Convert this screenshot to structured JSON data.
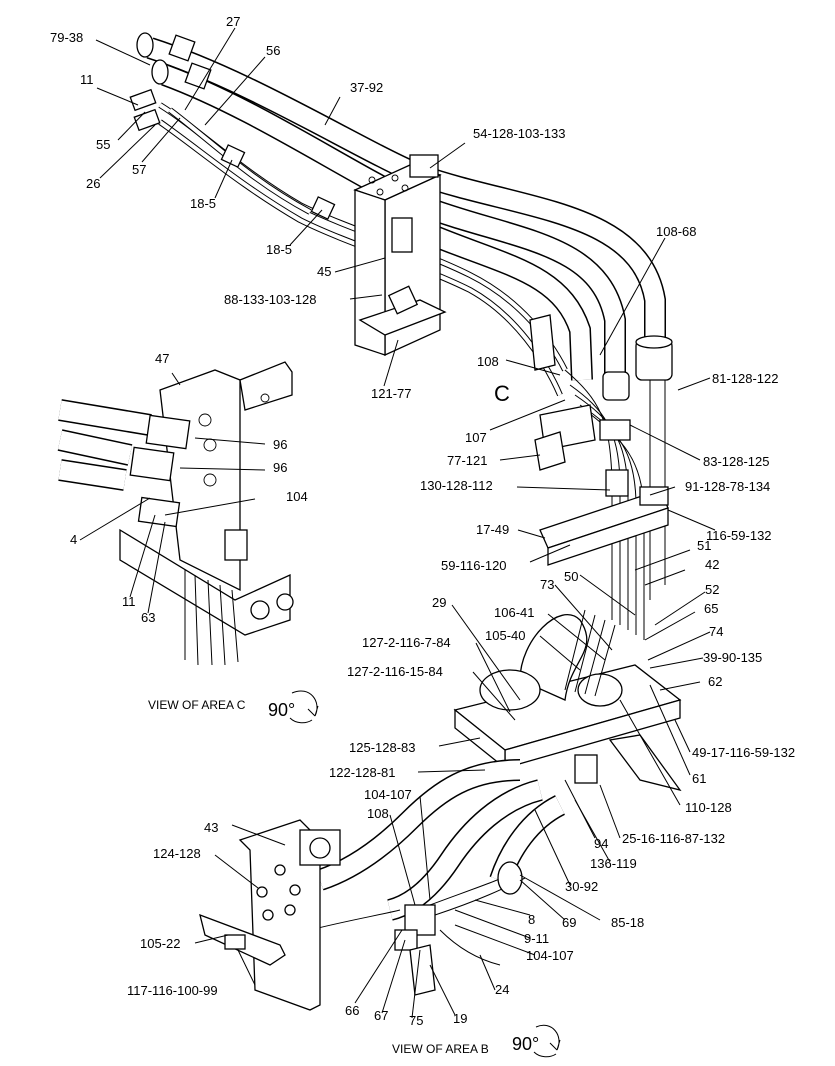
{
  "labels": [
    "79-38",
    "27",
    "56",
    "11",
    "37-92",
    "55",
    "57",
    "26",
    "54-128-103-133",
    "18-5",
    "18-5",
    "45",
    "108-68",
    "88-133-103-128",
    "121-77",
    "108",
    "81-128-122",
    "C",
    "107",
    "77-121",
    "83-128-125",
    "130-128-112",
    "91-128-78-134",
    "17-49",
    "116-59-132",
    "59-116-120",
    "51",
    "42",
    "73",
    "50",
    "52",
    "29",
    "106-41",
    "65",
    "105-40",
    "127-2-116-7-84",
    "74",
    "39-90-135",
    "127-2-116-15-84",
    "62",
    "125-128-83",
    "49-17-116-59-132",
    "122-128-81",
    "61",
    "104-107",
    "110-128",
    "43",
    "108",
    "94",
    "25-16-116-87-132",
    "124-128",
    "136-119",
    "30-92",
    "8",
    "69",
    "85-18",
    "9-11",
    "105-22",
    "104-107",
    "24",
    "117-116-100-99",
    "66",
    "67",
    "75",
    "19",
    "47",
    "96",
    "96",
    "104",
    "4",
    "11",
    "63"
  ],
  "views": {
    "area_c": {
      "caption": "VIEW OF AREA C",
      "rotation": "90°"
    },
    "area_b": {
      "caption": "VIEW OF AREA B",
      "rotation": "90°"
    }
  },
  "colors": {
    "line": "#000000",
    "background": "#ffffff"
  }
}
